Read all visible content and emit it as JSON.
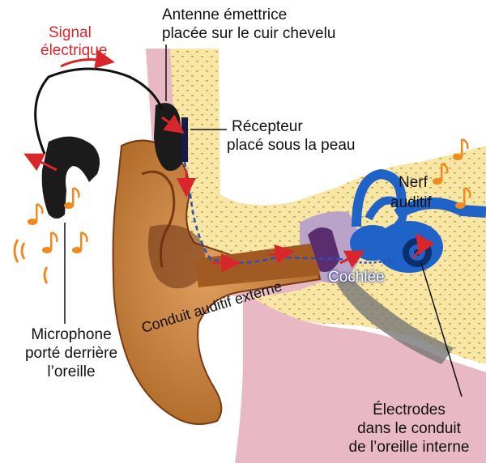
{
  "labels": {
    "signal_line1": "Signal",
    "signal_line2": "électrique",
    "antenna_line1": "Antenne émettrice",
    "antenna_line2": "placée sur le cuir chevelu",
    "receiver_line1": "Récepteur",
    "receiver_line2": "placé sous la peau",
    "nerve_line1": "Nerf",
    "nerve_line2": "auditif",
    "canal": "Conduit auditif externe",
    "cochlea": "Cochlée",
    "microphone_line1": "Microphone",
    "microphone_line2": "porté derrière",
    "microphone_line3": "l’oreille",
    "electrodes_line1": "Électrodes",
    "electrodes_line2": "dans le conduit",
    "electrodes_line3": "de l’oreille interne"
  },
  "colors": {
    "skin": "#e8b9c4",
    "outer_ear": "#c8853a",
    "outer_ear_dark": "#7a3a12",
    "bone": "#f7e6a6",
    "cochlea": "#1f63c9",
    "device": "#1b1b1b",
    "signal": "#d8262b",
    "note": "#f08a1e"
  },
  "icons": {
    "music_note": "music-note-icon"
  }
}
